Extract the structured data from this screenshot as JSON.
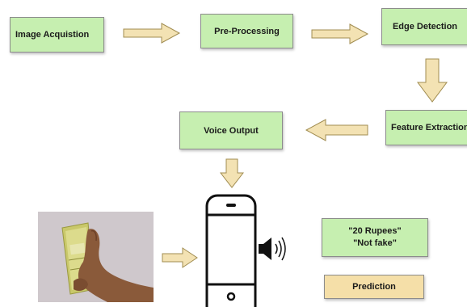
{
  "nodes": {
    "image_acquisition": "Image Acquistion",
    "pre_processing": "Pre-Processing",
    "edge_detection": "Edge Detection",
    "feature_extraction": "Feature Extraction",
    "voice_output": "Voice Output",
    "prediction": "Prediction"
  },
  "output_text": {
    "line1": "\"20 Rupees\"",
    "line2": "\"Not fake\""
  },
  "icons": {
    "phone": "smartphone-icon",
    "speaker": "speaker-icon",
    "photo": "hand-holding-banknotes-photo"
  },
  "colors": {
    "box_fill": "#c6efb0",
    "prediction_fill": "#f5dfa8",
    "arrow_fill": "#f3e2b3",
    "arrow_stroke": "#a08c50"
  }
}
